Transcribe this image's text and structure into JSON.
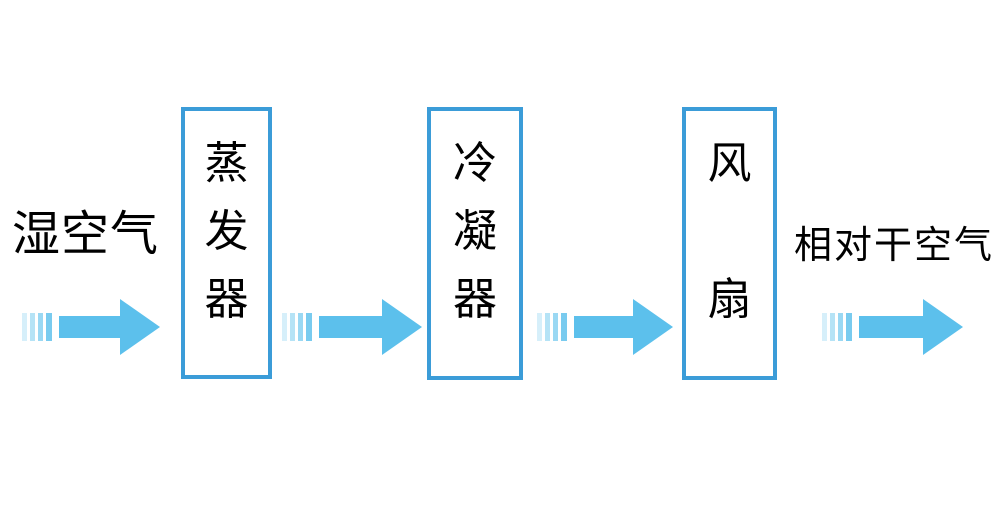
{
  "diagram": {
    "labels": {
      "input_air": "湿空气",
      "output_air": "相对干空气"
    },
    "boxes": [
      {
        "label": "蒸发器",
        "chars": [
          "蒸",
          "发",
          "器"
        ]
      },
      {
        "label": "冷凝器",
        "chars": [
          "冷",
          "凝",
          "器"
        ]
      },
      {
        "label": "风扇",
        "chars": [
          "风",
          "扇"
        ]
      }
    ],
    "colors": {
      "box_border": "#3B9CD8",
      "arrow_fill": "#5CC0EC",
      "text": "#000000",
      "background": "#FFFFFF"
    }
  }
}
